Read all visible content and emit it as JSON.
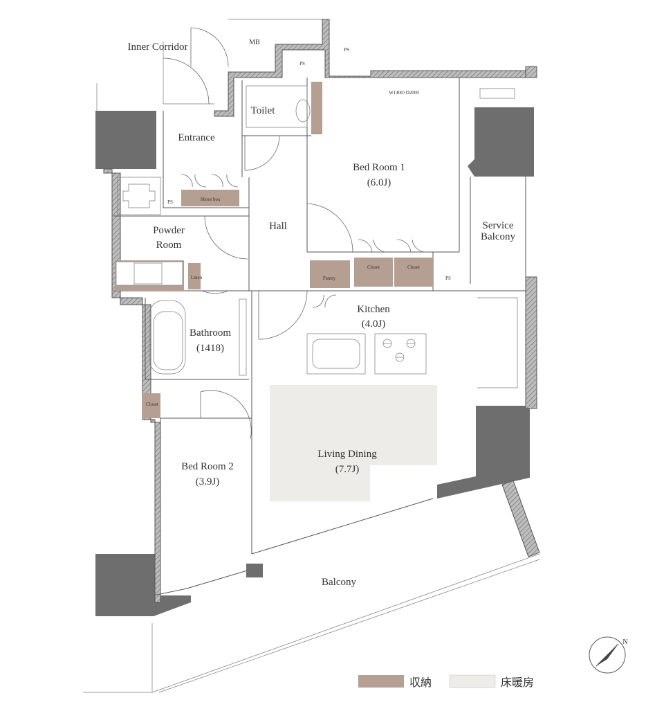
{
  "rooms": {
    "inner_corridor": "Inner Corridor",
    "mb": "MB",
    "ps_top_1": "PS",
    "ps_top_2": "PS",
    "toilet": "Toilet",
    "wic_note": "W1400×D2000",
    "entrance": "Entrance",
    "bed_room_1": "Bed Room 1",
    "bed_room_1_size": "(6.0J)",
    "ps_entrance": "PS",
    "shoes_box": "Shoes box",
    "service_balcony": "Service",
    "service_balcony_2": "Balcony",
    "powder_room": "Powder",
    "powder_room_2": "Room",
    "hall": "Hall",
    "closet_1": "Closet",
    "closet_2": "Closet",
    "ps_right": "PS",
    "pantry": "Pantry",
    "linen": "Linen",
    "kitchen": "Kitchen",
    "kitchen_size": "(4.0J)",
    "bathroom": "Bathroom",
    "bathroom_size": "(1418)",
    "closet_3": "Closet",
    "living_dining": "Living Dining",
    "living_dining_size": "(7.7J)",
    "bed_room_2": "Bed Room 2",
    "bed_room_2_size": "(3.9J)",
    "balcony": "Balcony"
  },
  "legend": {
    "storage_label": "収納",
    "floor_heating_label": "床暖房",
    "storage_color": "#b59f92",
    "floor_heating_color": "#eeece8"
  },
  "compass": {
    "north_label": "N"
  }
}
